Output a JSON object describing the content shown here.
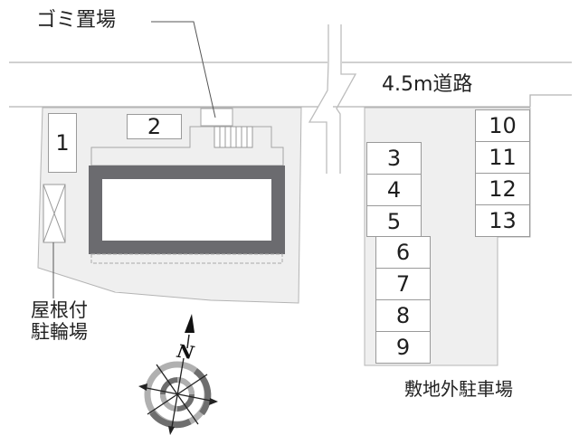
{
  "labels": {
    "trash_area": "ゴミ置場",
    "road": "4.5m道路",
    "covered_bicycle_parking": "屋根付\n駐輪場",
    "offsite_parking": "敷地外駐車場",
    "north": "N"
  },
  "parking_spaces": [
    {
      "id": "1",
      "label": "1"
    },
    {
      "id": "2",
      "label": "2"
    },
    {
      "id": "3",
      "label": "3"
    },
    {
      "id": "4",
      "label": "4"
    },
    {
      "id": "5",
      "label": "5"
    },
    {
      "id": "6",
      "label": "6"
    },
    {
      "id": "7",
      "label": "7"
    },
    {
      "id": "8",
      "label": "8"
    },
    {
      "id": "9",
      "label": "9"
    },
    {
      "id": "10",
      "label": "10"
    },
    {
      "id": "11",
      "label": "11"
    },
    {
      "id": "12",
      "label": "12"
    },
    {
      "id": "13",
      "label": "13"
    }
  ],
  "colors": {
    "lot_fill": "#efefef",
    "building_wall": "#6b6b6f",
    "line": "#b0b0b0",
    "compass_outer": "#8c8c8c",
    "compass_inner": "#6e6e6e"
  }
}
